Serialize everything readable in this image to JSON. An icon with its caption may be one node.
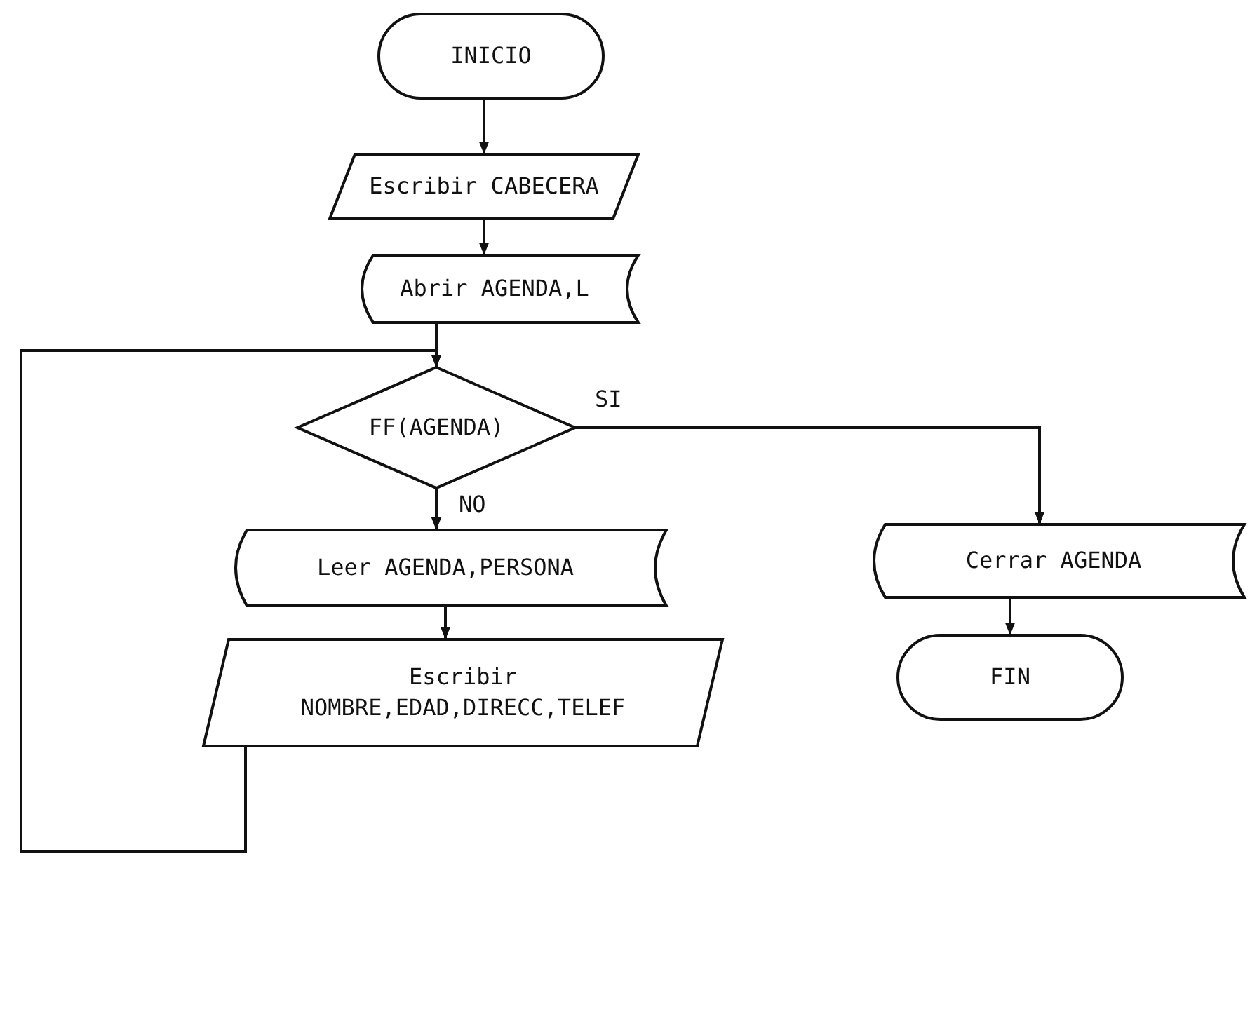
{
  "diagram": {
    "nodes": [
      {
        "text": [
          "INICIO"
        ]
      },
      {
        "text": [
          "Escribir CABECERA"
        ]
      },
      {
        "text": [
          "Abrir AGENDA,L"
        ]
      },
      {
        "text": [
          "FF(AGENDA)"
        ]
      },
      {
        "text": [
          "Cerrar AGENDA"
        ]
      },
      {
        "text": [
          "Leer AGENDA,PERSONA"
        ]
      },
      {
        "text": [
          "Escribir NOMBRE,EDAD,DIRECC,TELEF"
        ]
      },
      {
        "text": [
          "FIN"
        ]
      }
    ],
    "edges": [
      {
        "from": 0,
        "to": 1,
        "arrow": "to"
      },
      {
        "from": 1,
        "to": 2,
        "arrow": "to"
      },
      {
        "from": 2,
        "to": 3,
        "arrow": "to"
      },
      {
        "from": 3,
        "to": 4,
        "arrow": "to",
        "label": "SI"
      },
      {
        "from": 3,
        "to": 5,
        "arrow": "to",
        "label": "NO"
      },
      {
        "from": 5,
        "to": 6,
        "arrow": "to"
      },
      {
        "from": 6,
        "to": 3,
        "arrow": "to"
      },
      {
        "from": 4,
        "to": 7,
        "arrow": "to"
      }
    ]
  }
}
